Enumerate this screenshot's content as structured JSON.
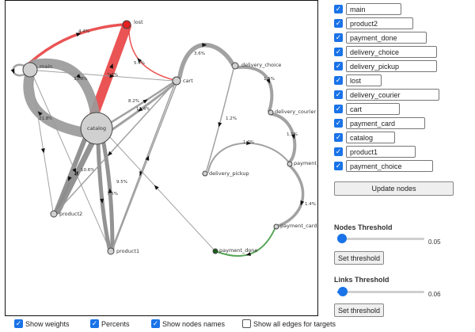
{
  "graph": {
    "nodes": [
      {
        "id": "lost",
        "label": "lost",
        "color": "#e52020"
      },
      {
        "id": "main",
        "label": "main",
        "color": "#d0d0d0"
      },
      {
        "id": "catalog",
        "label": "catalog",
        "color": "#d0d0d0"
      },
      {
        "id": "cart",
        "label": "cart",
        "color": "#d0d0d0"
      },
      {
        "id": "delivery_choice",
        "label": "delivery_choice",
        "color": "#d0d0d0"
      },
      {
        "id": "delivery_courier",
        "label": "delivery_courier",
        "color": "#d0d0d0"
      },
      {
        "id": "delivery_pickup",
        "label": "delivery_pickup",
        "color": "#d0d0d0"
      },
      {
        "id": "payment_choice",
        "label": "payment_choice",
        "color": "#d0d0d0"
      },
      {
        "id": "payment_card",
        "label": "payment_card",
        "color": "#d0d0d0"
      },
      {
        "id": "payment_done",
        "label": "payment_done",
        "color": "#1b5e1b"
      },
      {
        "id": "product2",
        "label": "product2",
        "color": "#d0d0d0"
      },
      {
        "id": "product1",
        "label": "product1",
        "color": "#d0d0d0"
      }
    ],
    "edges": [
      {
        "source": "main",
        "target": "lost",
        "label": "4.4%",
        "color": "#e84545"
      },
      {
        "source": "catalog",
        "target": "lost",
        "label": "7.8%",
        "color": "#e84545"
      },
      {
        "source": "cart",
        "target": "lost",
        "label": "5.4%",
        "color": "#e84545"
      },
      {
        "source": "main",
        "target": "catalog",
        "label": "33.8%",
        "color": "#9a9a9a"
      },
      {
        "source": "catalog",
        "target": "main",
        "label": "21.8%",
        "color": "#9a9a9a"
      },
      {
        "source": "main",
        "target": "main",
        "label": "",
        "color": "#9a9a9a"
      },
      {
        "source": "catalog",
        "target": "cart",
        "label": "8.2%",
        "color": "#9a9a9a"
      },
      {
        "source": "cart",
        "target": "catalog",
        "label": "11.4%",
        "color": "#9a9a9a"
      },
      {
        "source": "cart",
        "target": "delivery_choice",
        "label": "3.6%",
        "color": "#9a9a9a"
      },
      {
        "source": "delivery_choice",
        "target": "delivery_courier",
        "label": "1.5%",
        "color": "#9a9a9a"
      },
      {
        "source": "delivery_choice",
        "target": "delivery_pickup",
        "label": "1.2%",
        "color": "#9a9a9a"
      },
      {
        "source": "delivery_courier",
        "target": "payment_choice",
        "label": "1.5%",
        "color": "#9a9a9a"
      },
      {
        "source": "delivery_pickup",
        "target": "payment_choice",
        "label": "1.0%",
        "color": "#9a9a9a"
      },
      {
        "source": "payment_choice",
        "target": "payment_card",
        "label": "1.4%",
        "color": "#9a9a9a"
      },
      {
        "source": "payment_card",
        "target": "payment_done",
        "label": "",
        "color": "#4a9e4a"
      },
      {
        "source": "payment_done",
        "target": "catalog",
        "label": "",
        "color": "#9a9a9a"
      },
      {
        "source": "catalog",
        "target": "product2",
        "label": "",
        "color": "#8a8a8a"
      },
      {
        "source": "product2",
        "target": "catalog",
        "label": "10.6%",
        "color": "#8a8a8a"
      },
      {
        "source": "catalog",
        "target": "product1",
        "label": "7.5%",
        "color": "#8a8a8a"
      },
      {
        "source": "product1",
        "target": "catalog",
        "label": "9.5%",
        "color": "#8a8a8a"
      },
      {
        "source": "cart",
        "target": "product1",
        "label": "",
        "color": "#9a9a9a"
      },
      {
        "source": "cart",
        "target": "product2",
        "label": "",
        "color": "#9a9a9a"
      },
      {
        "source": "product1",
        "target": "cart",
        "label": "",
        "color": "#9a9a9a"
      },
      {
        "source": "main",
        "target": "product2",
        "label": "",
        "color": "#9a9a9a"
      },
      {
        "source": "main",
        "target": "product1",
        "label": "",
        "color": "#9a9a9a"
      },
      {
        "source": "main",
        "target": "cart",
        "label": "",
        "color": "#9a9a9a"
      }
    ]
  },
  "node_filter": [
    {
      "label": "main",
      "checked": true
    },
    {
      "label": "product2",
      "checked": true
    },
    {
      "label": "payment_done",
      "checked": true
    },
    {
      "label": "delivery_choice",
      "checked": true
    },
    {
      "label": "delivery_pickup",
      "checked": true
    },
    {
      "label": "lost",
      "checked": true
    },
    {
      "label": "delivery_courier",
      "checked": true
    },
    {
      "label": "cart",
      "checked": true
    },
    {
      "label": "payment_card",
      "checked": true
    },
    {
      "label": "catalog",
      "checked": true
    },
    {
      "label": "product1",
      "checked": true
    },
    {
      "label": "payment_choice",
      "checked": true
    }
  ],
  "update_button": "Update nodes",
  "nodes_threshold": {
    "title": "Nodes Threshold",
    "value": "0.05",
    "fraction": 0.05,
    "button": "Set threshold"
  },
  "links_threshold": {
    "title": "Links Threshold",
    "value": "0.06",
    "fraction": 0.06,
    "button": "Set threshold"
  },
  "options": [
    {
      "label": "Show weights",
      "checked": true
    },
    {
      "label": "Percents",
      "checked": true
    },
    {
      "label": "Show nodes names",
      "checked": true
    },
    {
      "label": "Show all edges for targets",
      "checked": false
    }
  ],
  "colors": {
    "accent": "#1a73e8",
    "lost": "#e52020",
    "done": "#1b5e1b"
  }
}
